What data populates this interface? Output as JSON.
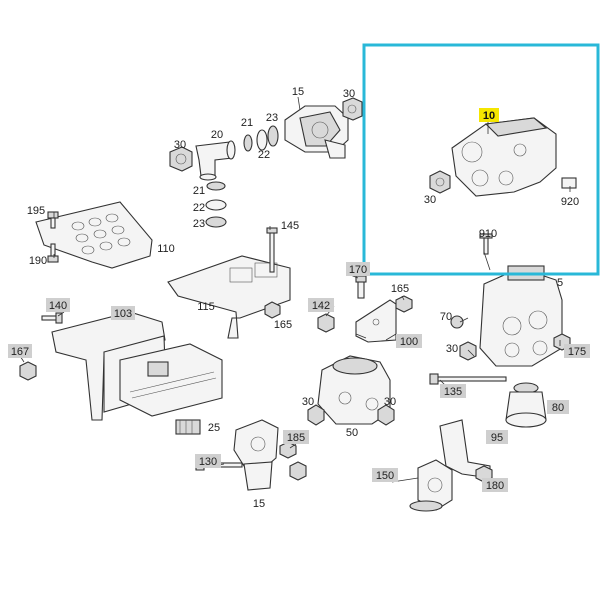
{
  "highlight_color": "#29b8d8",
  "label_tag_color": "#cfcfcf",
  "highlight_tag_color": "#f5e600",
  "labels": {
    "l10": "10",
    "l15a": "15",
    "l15b": "15",
    "l20": "20",
    "l21a": "21",
    "l21b": "21",
    "l22a": "22",
    "l22b": "22",
    "l23a": "23",
    "l23b": "23",
    "l25": "25",
    "l30a": "30",
    "l30b": "30",
    "l30c": "30",
    "l30d": "30",
    "l30e": "30",
    "l30f": "30",
    "l50": "50",
    "l5": "5",
    "l70": "70",
    "l80": "80",
    "l95": "95",
    "l100": "100",
    "l103": "103",
    "l110": "110",
    "l115": "115",
    "l130": "130",
    "l135": "135",
    "l140": "140",
    "l142": "142",
    "l145": "145",
    "l150": "150",
    "l165a": "165",
    "l165b": "165",
    "l167": "167",
    "l170": "170",
    "l175": "175",
    "l180": "180",
    "l185": "185",
    "l190": "190",
    "l195": "195",
    "l910": "910",
    "l920": "920"
  }
}
